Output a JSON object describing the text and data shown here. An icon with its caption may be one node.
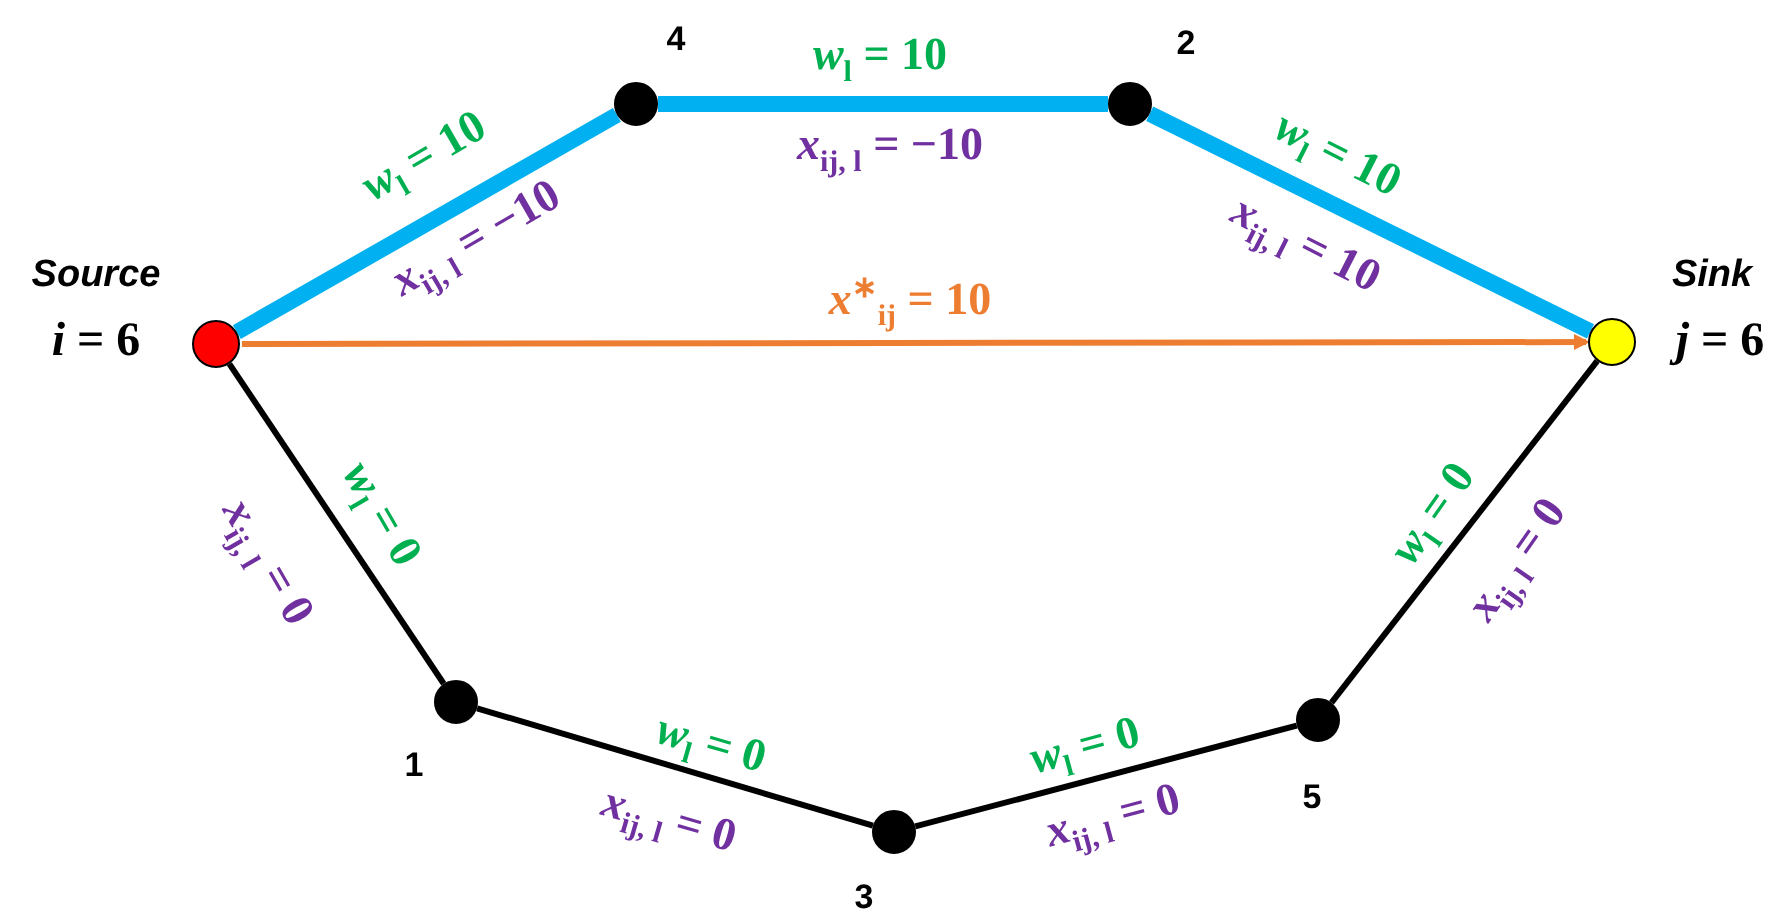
{
  "diagram": {
    "nodes": [
      {
        "text": [],
        "shape": "circle",
        "beside": [
          "Source",
          "*i* = 6"
        ]
      },
      {
        "text": [],
        "shape": "circle",
        "beside": [
          "4"
        ]
      },
      {
        "text": [],
        "shape": "circle",
        "beside": [
          "2"
        ]
      },
      {
        "text": [],
        "shape": "circle",
        "beside": [
          "Sink",
          "*j* = 6"
        ]
      },
      {
        "text": [],
        "shape": "circle",
        "beside": [
          "1"
        ]
      },
      {
        "text": [],
        "shape": "circle",
        "beside": [
          "3"
        ]
      },
      {
        "text": [],
        "shape": "circle",
        "beside": [
          "5"
        ]
      }
    ],
    "edges": [
      {
        "from": 0,
        "to": 1,
        "arrow": "none",
        "label": "*w*$_{l}$ = 10",
        "style": "thick",
        "color": "#00b0f0"
      },
      {
        "from": 1,
        "to": 2,
        "arrow": "none",
        "label": "*w*$_{l}$ = 10",
        "style": "thick",
        "color": "#00b0f0"
      },
      {
        "from": 2,
        "to": 3,
        "arrow": "none",
        "label": "*w*$_{l}$  = 10",
        "style": "thick",
        "color": "#00b0f0"
      },
      {
        "from": 0,
        "to": 3,
        "arrow": "to",
        "label": "*x*$^{∗}$$_{ij}$ = 10",
        "color": "#ed7d31"
      },
      {
        "from": 0,
        "to": 4,
        "arrow": "none",
        "label": "*w*$_{l}$  = 0"
      },
      {
        "from": 4,
        "to": 5,
        "arrow": "none",
        "label": "*w*$_{l}$  = 0"
      },
      {
        "from": 5,
        "to": 6,
        "arrow": "none",
        "label": "*w*$_{l}$  = 0"
      },
      {
        "from": 6,
        "to": 3,
        "arrow": "none",
        "label": "*w*$_{l}$  = 0"
      }
    ],
    "labels": [
      "*x*$_{ij, l}$ = −10",
      "*x*$_{ij, l}$ = −10",
      "*x*$_{ij, l}$ = 10",
      "*x*$_{ij, l}$ = 0",
      "*x*$_{ij, l}$ = 0",
      "*x*$_{ij, l}$ = 0",
      "*x*$_{ij, l}$ = 0"
    ]
  }
}
